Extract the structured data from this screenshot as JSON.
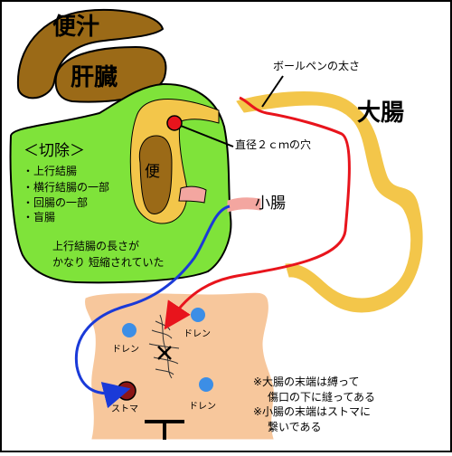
{
  "organs": {
    "stool_juice": "便汁",
    "liver": "肝臓",
    "stool": "便",
    "large_intestine": "大腸",
    "small_intestine": "小腸"
  },
  "excision": {
    "title": "＜切除＞",
    "items": [
      "上行結腸",
      "横行結腸の一部",
      "回腸の一部",
      "盲腸"
    ],
    "note_line1": "上行結腸の長さが",
    "note_line2": "かなり 短縮されていた"
  },
  "labels": {
    "pen_thickness": "ボールペンの太さ",
    "hole": "直径２ｃｍの穴",
    "drain": "ドレン",
    "stoma": "ストマ"
  },
  "notes": {
    "line1": "※大腸の末端は縛って",
    "line2": "傷口の下に縫ってある",
    "line3": "※小腸の末端はストマに",
    "line4": "繋いである"
  },
  "colors": {
    "brown": "#9b6a17",
    "green": "#7fe33a",
    "yellow": "#f3c64a",
    "pink": "#f3a6a0",
    "skin": "#f7c79c",
    "red": "#e8141c",
    "blue": "#1a3ad8",
    "drain_blue": "#3c8ee6",
    "stoma_red": "#8b1616"
  }
}
